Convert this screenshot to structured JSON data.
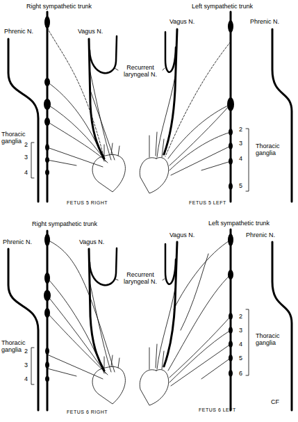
{
  "diagram": {
    "labels": [
      "Right sympathetic trunk",
      "Phrenic N.",
      "Vagus N.",
      "Recurrent laryngeal N.",
      "Thoracic ganglia",
      "2",
      "3",
      "4",
      "FETUS 5 RIGHT",
      "Left sympathetic trunk",
      "Vagus N.",
      "Phrenic N.",
      "Thoracic ganglia",
      "2",
      "3",
      "4",
      "5",
      "FETUS 5 LEFT",
      "Right sympathetic trunk",
      "Phrenic N.",
      "Vagus N.",
      "Recurrent laryngeal N.",
      "Thoracic ganglia",
      "2",
      "3",
      "4",
      "FETUS 6 RIGHT",
      "Left sympathetic trunk",
      "Vagus N.",
      "Phrenic N.",
      "Thoracic ganglia",
      "2",
      "3",
      "4",
      "5",
      "6",
      "FETUS 6 LEFT",
      "CF"
    ]
  }
}
